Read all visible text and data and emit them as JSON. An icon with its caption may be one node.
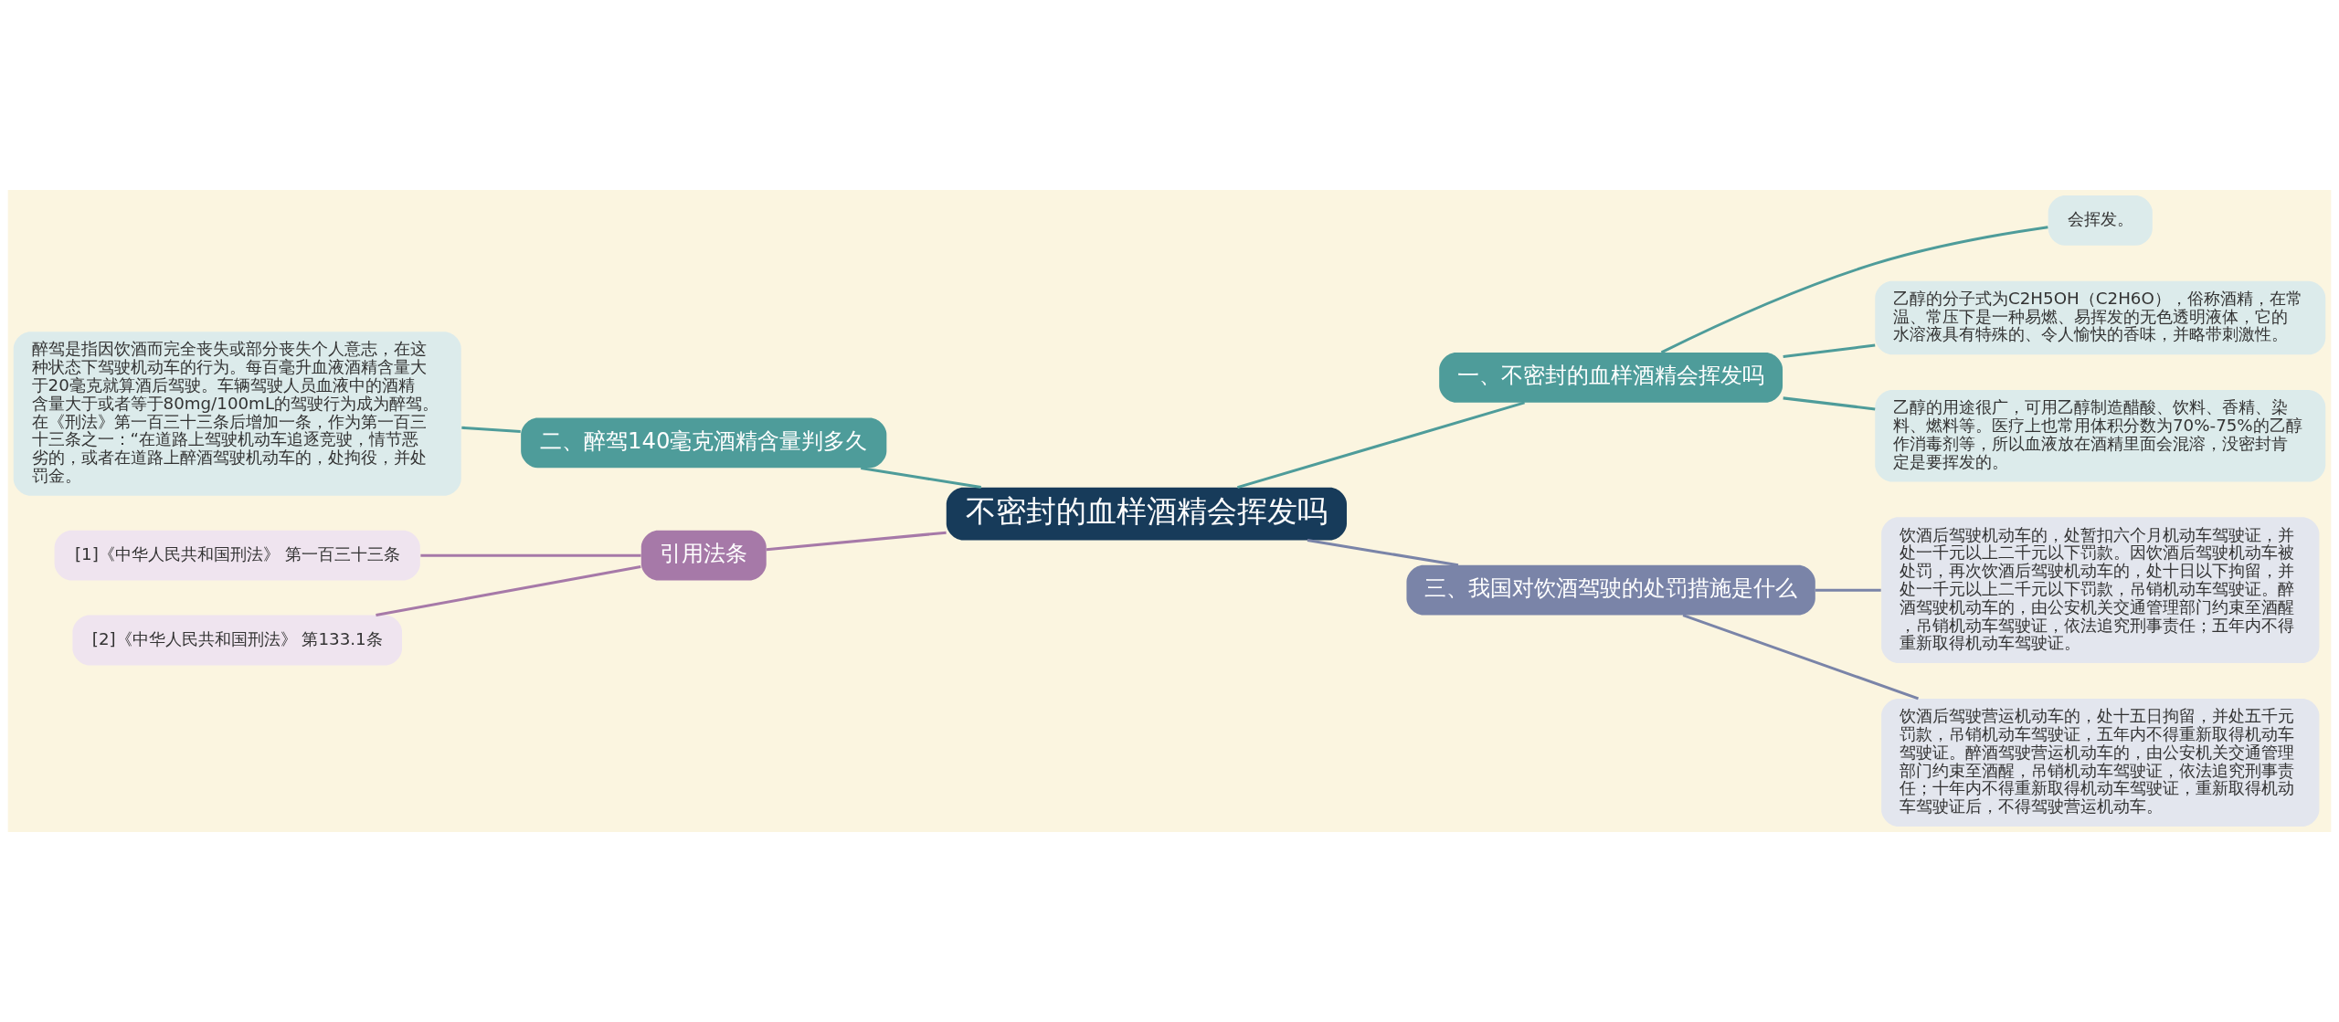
{
  "diagram": {
    "nodes": [
      {
        "text": [
          "不密封的血样酒精会挥发吗"
        ]
      },
      {
        "text": [
          "一、不密封的血样酒精会挥发吗"
        ]
      },
      {
        "text": [
          "会挥发。"
        ]
      },
      {
        "text": [
          "乙醇的分子式为C2H5OH（C2H6O），俗称酒精，在常温、常压下是一种易燃、易挥发的无色透明液体，它的水溶液具有特殊的、令人愉快的香味，并略带刺激性。"
        ]
      },
      {
        "text": [
          "乙醇的用途很广，可用乙醇制造醋酸、饮料、香精、染料、燃料等。医疗上也常用体积分数为70%-75%的乙醇作消毒剂等，所以血液放在酒精里面会混溶，没密封肯定是要挥发的。"
        ]
      },
      {
        "text": [
          "三、我国对饮酒驾驶的处罚措施是什么"
        ]
      },
      {
        "text": [
          "饮酒后驾驶机动车的，处暂扣六个月机动车驾驶证，并处一千元以上二千元以下罚款。因饮酒后驾驶机动车被处罚，再次饮酒后驾驶机动车的，处十日以下拘留，并处一千元以上二千元以下罚款，吊销机动车驾驶证。醉酒驾驶机动车的，由公安机关交通管理部门约束至酒醒，吊销机动车驾驶证，依法追究刑事责任；五年内不得重新取得机动车驾驶证。"
        ]
      },
      {
        "text": [
          "饮酒后驾驶营运机动车的，处十五日拘留，并处五千元罚款，吊销机动车驾驶证，五年内不得重新取得机动车驾驶证。醉酒驾驶营运机动车的，由公安机关交通管理部门约束至酒醒，吊销机动车驾驶证，依法追究刑事责任；十年内不得重新取得机动车驾驶证，重新取得机动车驾驶证后，不得驾驶营运机动车。"
        ]
      },
      {
        "text": [
          "二、醉驾140毫克酒精含量判多久"
        ]
      },
      {
        "text": [
          "醉驾是指因饮酒而完全丧失或部分丧失个人意志，在这种状态下驾驶机动车的行为。每百毫升血液酒精含量大于20毫克就算酒后驾驶。车辆驾驶人员血液中的酒精含量大于或者等于80mg/100mL的驾驶行为成为醉驾。在《刑法》第一百三十三条后增加一条，作为第一百三十三条之一：“在道路上驾驶机动车追逐竞驶，情节恶劣的，或者在道路上醉酒驾驶机动车的，处拘役，并处罚金。"
        ]
      },
      {
        "text": [
          "引用法条"
        ]
      },
      {
        "text": [
          "[1]《中华人民共和国刑法》 第一百三十三条"
        ]
      },
      {
        "text": [
          "[2]《中华人民共和国刑法》 第133.1条"
        ]
      }
    ],
    "edges": [
      {
        "from": 0,
        "to": 1,
        "arrow": "none"
      },
      {
        "from": 1,
        "to": 2,
        "arrow": "none"
      },
      {
        "from": 1,
        "to": 3,
        "arrow": "none"
      },
      {
        "from": 1,
        "to": 4,
        "arrow": "none"
      },
      {
        "from": 0,
        "to": 5,
        "arrow": "none",
        "color": "#7a84a8"
      },
      {
        "from": 5,
        "to": 6,
        "arrow": "none",
        "color": "#7a84a8"
      },
      {
        "from": 5,
        "to": 7,
        "arrow": "none",
        "color": "#7a84a8"
      },
      {
        "from": 0,
        "to": 8,
        "arrow": "none"
      },
      {
        "from": 8,
        "to": 9,
        "arrow": "none"
      },
      {
        "from": 0,
        "to": 10,
        "arrow": "none",
        "color": "#a679a8"
      },
      {
        "from": 10,
        "to": 11,
        "arrow": "none",
        "color": "#a679a8"
      },
      {
        "from": 10,
        "to": 12,
        "arrow": "none",
        "color": "#a679a8"
      }
    ]
  }
}
